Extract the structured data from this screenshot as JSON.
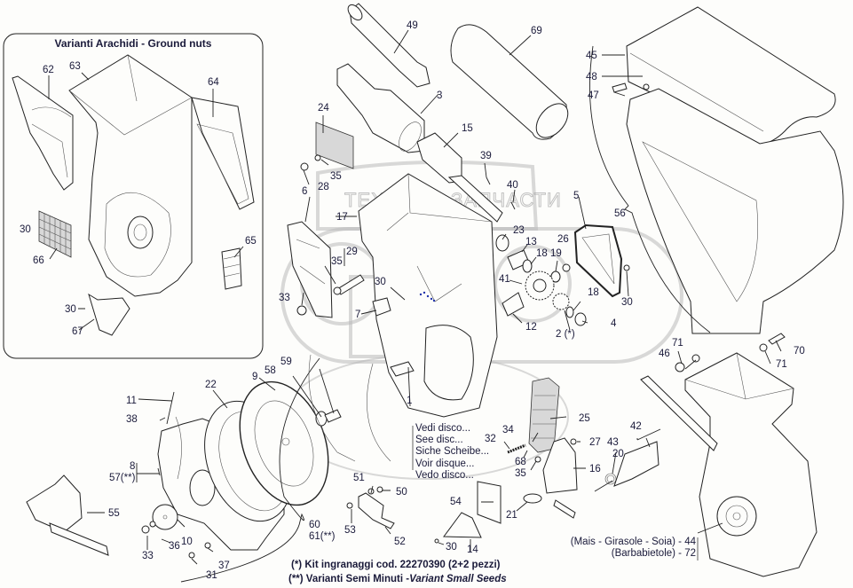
{
  "inset": {
    "title": "Varianti Arachidi - Ground nuts",
    "labels": {
      "62": "62",
      "63": "63",
      "64": "64",
      "65": "65",
      "66": "66",
      "67": "67",
      "30a": "30",
      "30b": "30"
    }
  },
  "watermark": {
    "left": "ТЕХНИКА",
    "right": "ЗАПЧАСТИ"
  },
  "callouts": {
    "c49": "49",
    "c69": "69",
    "c3": "3",
    "c15": "15",
    "c24": "24",
    "c35a": "35",
    "c28": "28",
    "c6": "6",
    "c39": "39",
    "c40": "40",
    "c17": "17",
    "c23": "23",
    "c13": "13",
    "c18a": "18",
    "c19": "19",
    "c26": "26",
    "c5": "5",
    "c41": "41",
    "c18b": "18",
    "c12": "12",
    "c2": "2 (*)",
    "c4": "4",
    "c30c": "30",
    "c29": "29",
    "c35b": "35",
    "c33a": "33",
    "c30d": "30",
    "c7": "7",
    "c45": "45",
    "c48": "48",
    "c47": "47",
    "c56": "56",
    "c71a": "71",
    "c46": "46",
    "c70": "70",
    "c71b": "71",
    "c59": "59",
    "c58": "58",
    "c9": "9",
    "c22": "22",
    "c11": "11",
    "c38": "38",
    "c8": "8",
    "c57": "57(**)",
    "c55": "55",
    "c33b": "33",
    "c36": "36",
    "c10": "10",
    "c37": "37",
    "c31": "31",
    "c60": "60",
    "c61": "61(**)",
    "c1": "1",
    "c25": "25",
    "c34": "34",
    "c32": "32",
    "c68": "68",
    "c35c": "35",
    "c27": "27",
    "c16": "16",
    "c21": "21",
    "c20": "20",
    "c42": "42",
    "c43": "43",
    "c51": "51",
    "c50": "50",
    "c53": "53",
    "c52": "52",
    "c54": "54",
    "c30e": "30",
    "c14": "14",
    "c44": "44",
    "c72": "72"
  },
  "disc_refs": [
    "Vedi  disco...",
    "See disc...",
    "Siche Scheibe...",
    "Voir disque...",
    "Vedo disco..."
  ],
  "variant_labels": {
    "mais": "(Mais - Girasole - Soia) - 44",
    "barba": "(Barbabietole) - 72"
  },
  "notes": {
    "kit": "(*) Kit ingranaggi cod. 22270390 (2+2 pezzi)",
    "small_seeds_prefix": "(**) Varianti Semi Minuti -",
    "small_seeds_italic": "Variant Small Seeds"
  }
}
